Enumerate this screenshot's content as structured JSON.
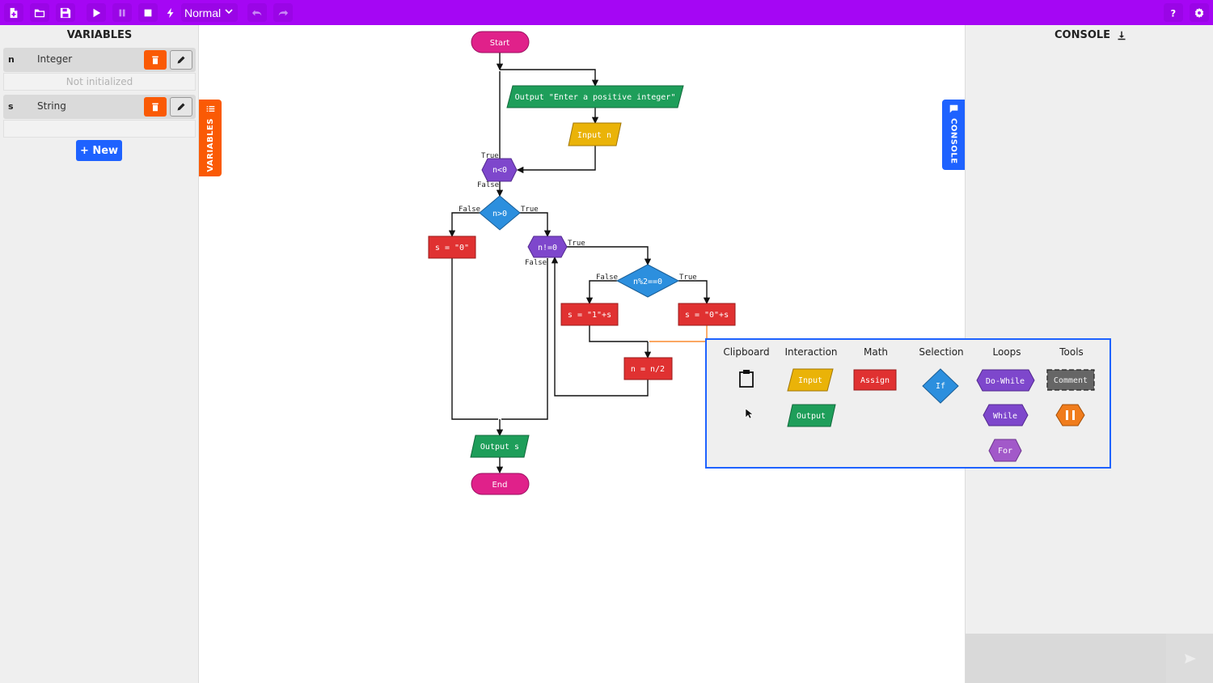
{
  "toolbar": {
    "speed_label": "Normal",
    "accent_color": "#a506f4"
  },
  "variables_panel": {
    "title": "VARIABLES",
    "tab_label": "VARIABLES",
    "new_button": "+ New",
    "items": [
      {
        "name": "n",
        "type": "Integer",
        "value": "Not initialized"
      },
      {
        "name": "s",
        "type": "String",
        "value": ""
      }
    ]
  },
  "console_panel": {
    "title": "CONSOLE",
    "tab_label": "CONSOLE"
  },
  "flowchart": {
    "start": "Start",
    "output_prompt": "Output \"Enter a positive integer\"",
    "input_n": "Input n",
    "cond_lt": "n<0",
    "cond_gt": "n>0",
    "assign_zero": "s = \"0\"",
    "cond_ne": "n!=0",
    "cond_mod": "n%2==0",
    "assign_one": "s = \"1\"+s",
    "assign_zero_s": "s = \"0\"+s",
    "assign_half": "n = n/2",
    "output_s": "Output s",
    "end": "End",
    "true_label": "True",
    "false_label": "False"
  },
  "palette": {
    "headers": [
      "Clipboard",
      "Interaction",
      "Math",
      "Selection",
      "Loops",
      "Tools"
    ],
    "input": "Input",
    "output": "Output",
    "assign": "Assign",
    "if": "If",
    "do_while": "Do-While",
    "while": "While",
    "for": "For",
    "comment": "Comment"
  }
}
